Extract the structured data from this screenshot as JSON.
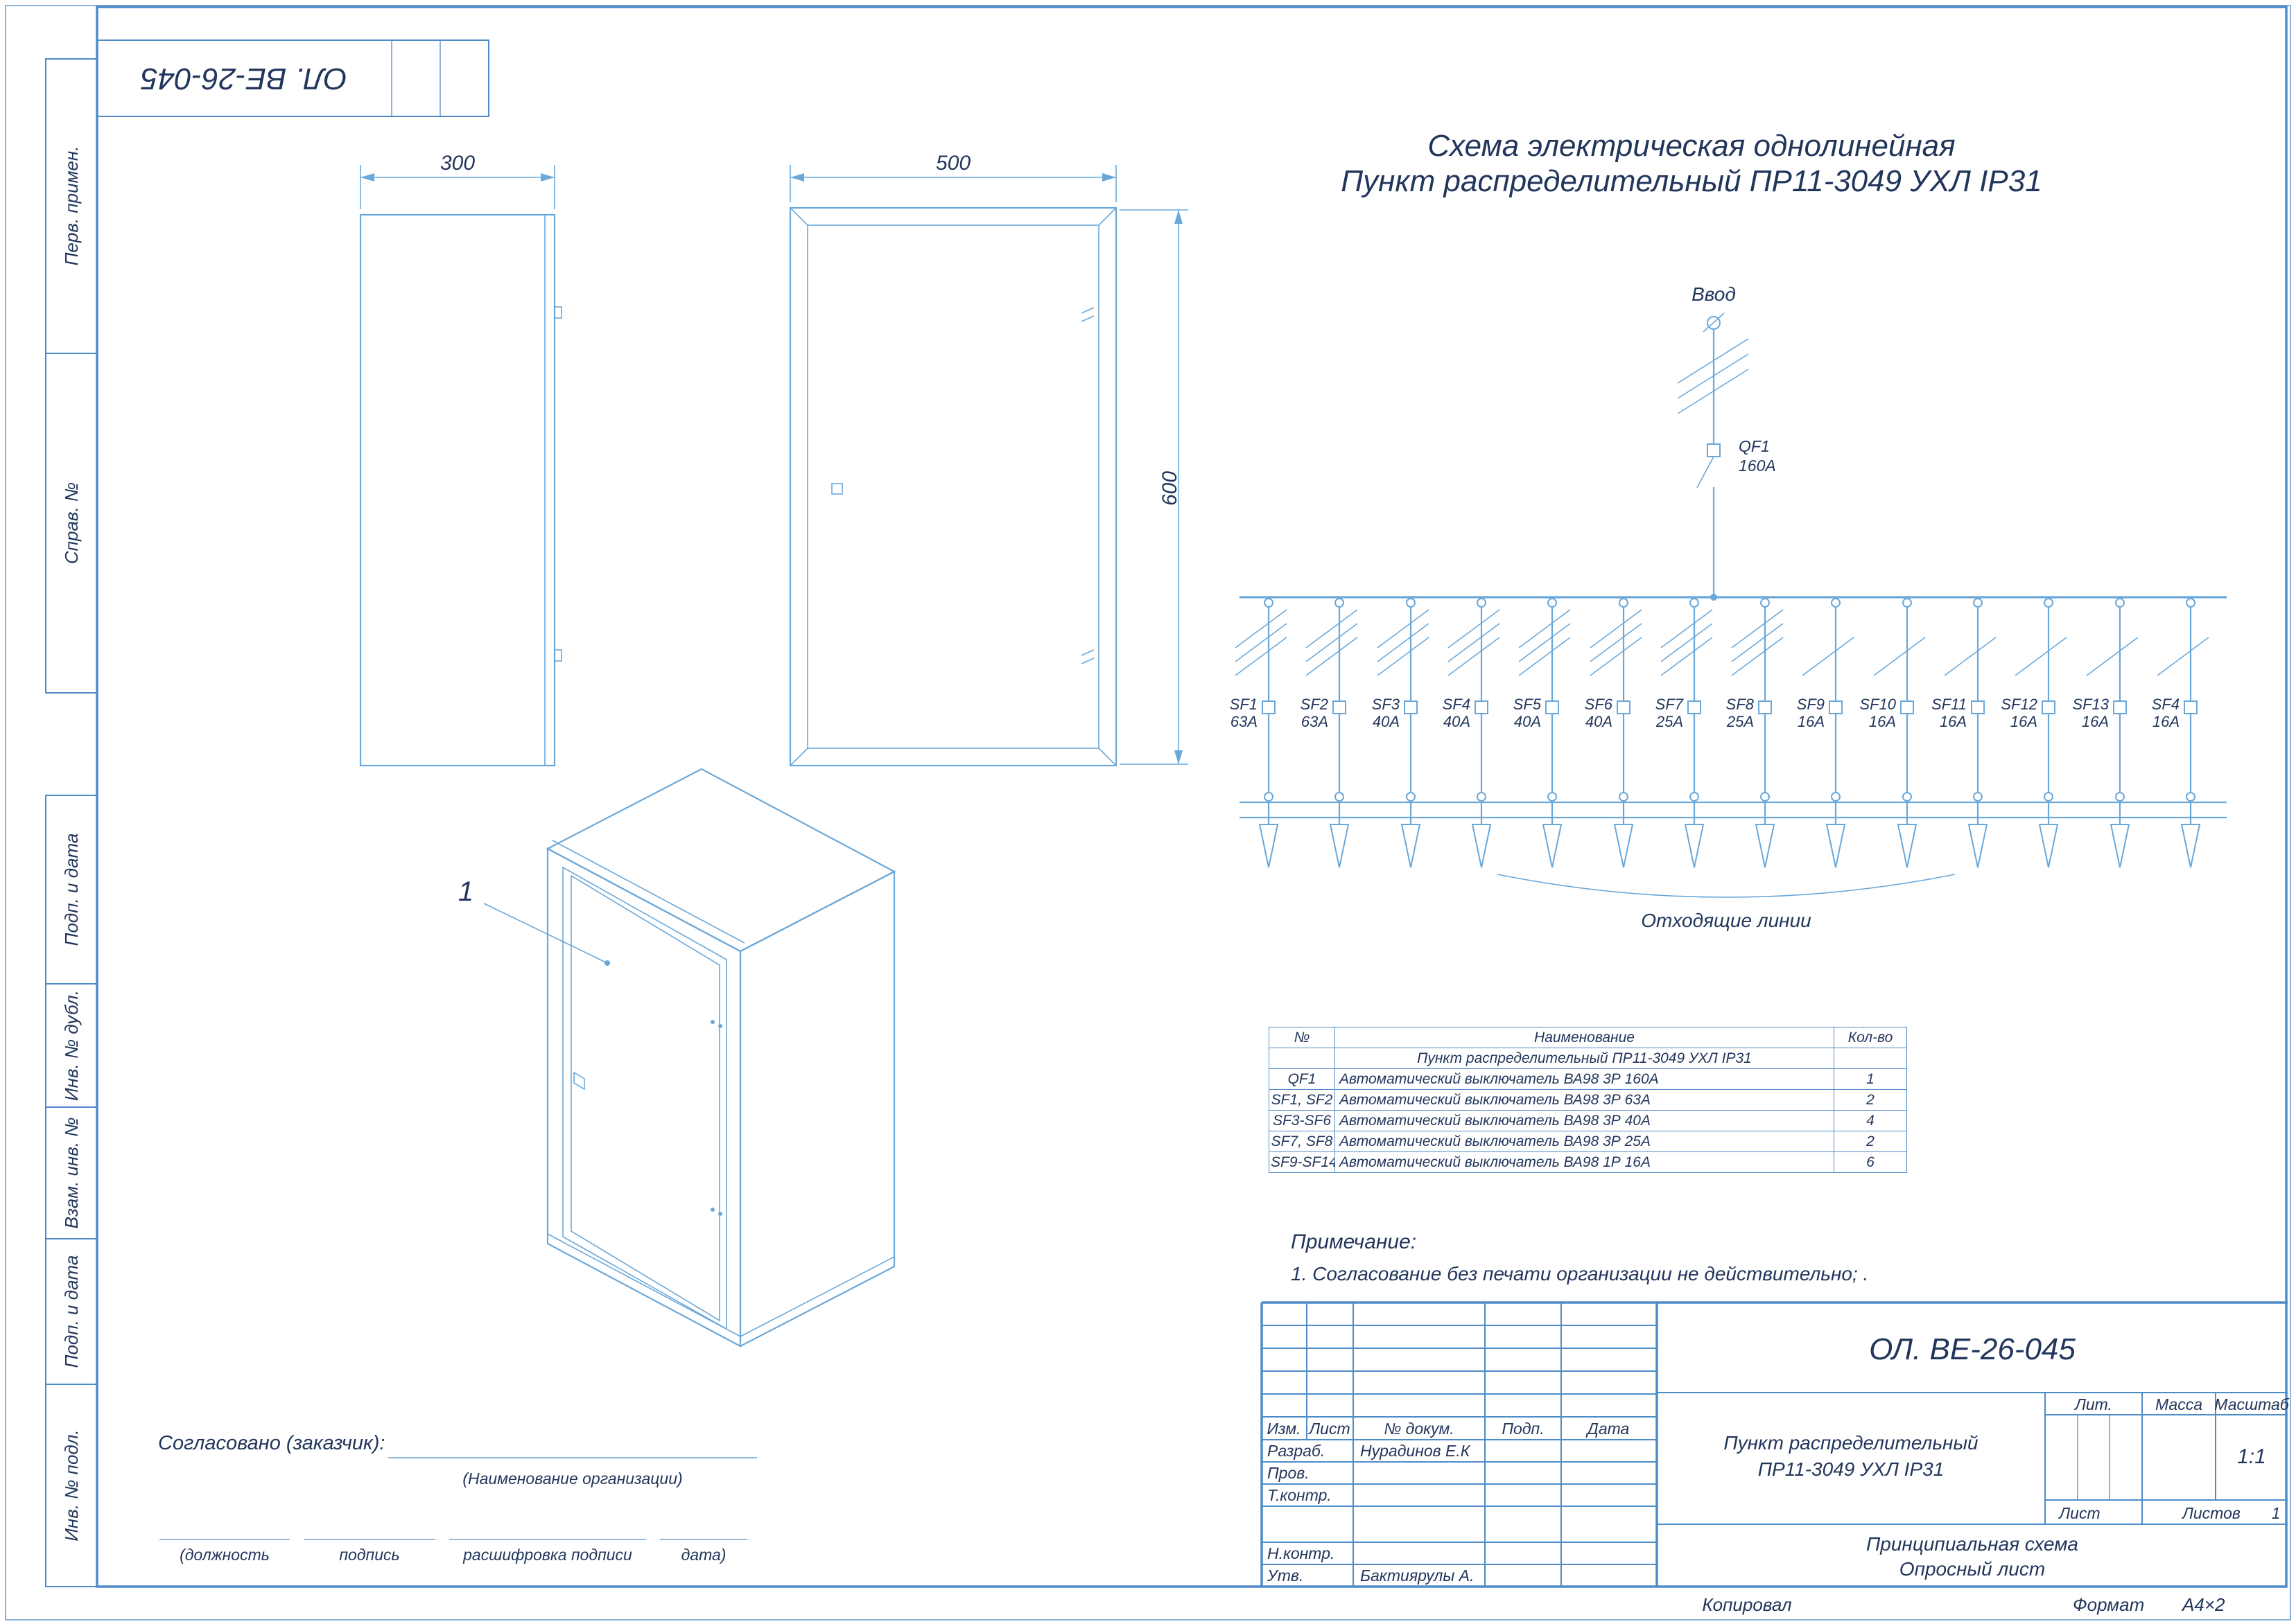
{
  "colors": {
    "frame_line": "#4e8cc8",
    "drawing_line": "#6aa8da",
    "text": "#22365c"
  },
  "stamp": {
    "doc_number_top": "ОЛ. ВЕ-26-045"
  },
  "sidebar": {
    "items": [
      {
        "label": "Перв. примен."
      },
      {
        "label": "Справ. №"
      },
      {
        "label": "Подп. и дата"
      },
      {
        "label": "Инв. № дубл."
      },
      {
        "label": "Взам. инв. №"
      },
      {
        "label": "Подп. и дата"
      },
      {
        "label": "Инв. № подл."
      }
    ]
  },
  "views": {
    "dim_width_side": "300",
    "dim_width_front": "500",
    "dim_height": "600",
    "iso_position_label": "1"
  },
  "schematic": {
    "title_line1": "Схема электрическая однолинейная",
    "title_line2": "Пункт распределительный ПР11-3049 УХЛ IP31",
    "input_label": "Ввод",
    "main_breaker_name": "QF1",
    "main_breaker_rating": "160А",
    "outgoing_label": "Отходящие линии",
    "feeders": [
      {
        "name": "SF1",
        "rating": "63А",
        "poles": 3
      },
      {
        "name": "SF2",
        "rating": "63А",
        "poles": 3
      },
      {
        "name": "SF3",
        "rating": "40А",
        "poles": 3
      },
      {
        "name": "SF4",
        "rating": "40А",
        "poles": 3
      },
      {
        "name": "SF5",
        "rating": "40А",
        "poles": 3
      },
      {
        "name": "SF6",
        "rating": "40А",
        "poles": 3
      },
      {
        "name": "SF7",
        "rating": "25А",
        "poles": 3
      },
      {
        "name": "SF8",
        "rating": "25А",
        "poles": 3
      },
      {
        "name": "SF9",
        "rating": "16А",
        "poles": 1
      },
      {
        "name": "SF10",
        "rating": "16А",
        "poles": 1
      },
      {
        "name": "SF11",
        "rating": "16А",
        "poles": 1
      },
      {
        "name": "SF12",
        "rating": "16А",
        "poles": 1
      },
      {
        "name": "SF13",
        "rating": "16А",
        "poles": 1
      },
      {
        "name": "SF4",
        "rating": "16А",
        "poles": 1
      }
    ]
  },
  "table": {
    "headers": {
      "no": "№",
      "name": "Наименование",
      "qty": "Кол-во"
    },
    "subheader": "Пункт распределительный ПР11-3049 УХЛ IP31",
    "rows": [
      {
        "no": "QF1",
        "name": "Автоматический выключатель ВА98 3Р 160А",
        "qty": "1"
      },
      {
        "no": "SF1, SF2",
        "name": "Автоматический выключатель ВА98 3Р 63А",
        "qty": "2"
      },
      {
        "no": "SF3-SF6",
        "name": "Автоматический выключатель ВА98 3Р 40А",
        "qty": "4"
      },
      {
        "no": "SF7, SF8",
        "name": "Автоматический выключатель ВА98 3Р 25А",
        "qty": "2"
      },
      {
        "no": "SF9-SF14",
        "name": "Автоматический выключатель ВА98 1Р 16А",
        "qty": "6"
      }
    ]
  },
  "note": {
    "title": "Примечание:",
    "items": [
      "1. Согласование без печати организации не действительно;  ."
    ]
  },
  "approval": {
    "label": "Согласовано (заказчик):",
    "org_hint": "(Наименование организации)",
    "hints": [
      "(должность",
      "подпись",
      "расшифровка подписи",
      "дата)"
    ]
  },
  "titleblock": {
    "doc_number": "ОЛ. ВЕ-26-045",
    "rev_headers": [
      "Изм.",
      "Лист",
      "№ докум.",
      "Подп.",
      "Дата"
    ],
    "sign_rows": [
      {
        "role": "Разраб.",
        "name": "Нурадинов Е.К"
      },
      {
        "role": "Пров.",
        "name": ""
      },
      {
        "role": "Т.контр.",
        "name": ""
      },
      {
        "role": "Н.контр.",
        "name": ""
      },
      {
        "role": "Утв.",
        "name": "Бактиярулы А."
      }
    ],
    "product_line1": "Пункт распределительный",
    "product_line2": "ПР11-3049 УХЛ IP31",
    "lit_label": "Лит.",
    "mass_label": "Масса",
    "scale_label": "Масштаб",
    "scale_value": "1:1",
    "sheet_label": "Лист",
    "sheets_label": "Листов",
    "sheets_value": "1",
    "doc_type_line1": "Принципиальная схема",
    "doc_type_line2": "Опросный лист"
  },
  "footer": {
    "copied_label": "Копировал",
    "format_label": "Формат",
    "format_value": "А4×2"
  }
}
